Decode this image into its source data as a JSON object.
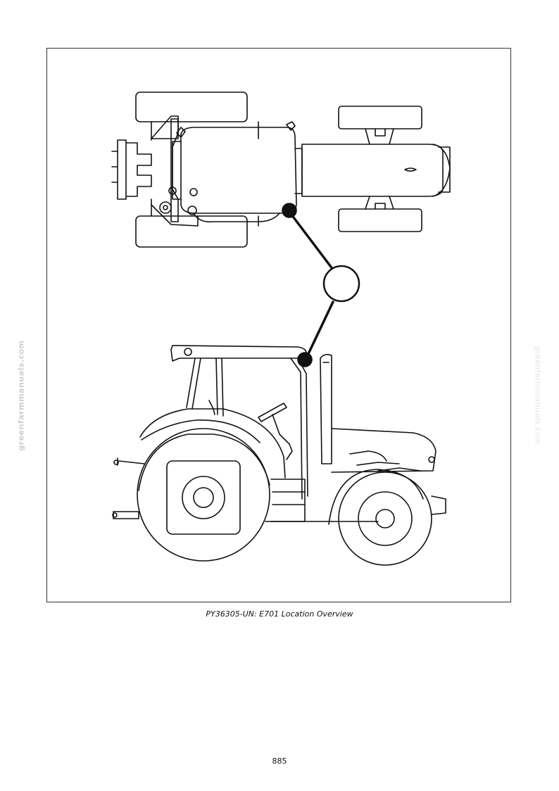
{
  "figure": {
    "caption": "PY36305-UN: E701 Location Overview"
  },
  "page": {
    "number": "885"
  },
  "watermark": {
    "left": "greenfarmmanuals.com",
    "right": "greenfarmmanuals.com"
  },
  "colors": {
    "line": "#111111",
    "border": "#333333",
    "watermark": "#cfcfcf"
  }
}
